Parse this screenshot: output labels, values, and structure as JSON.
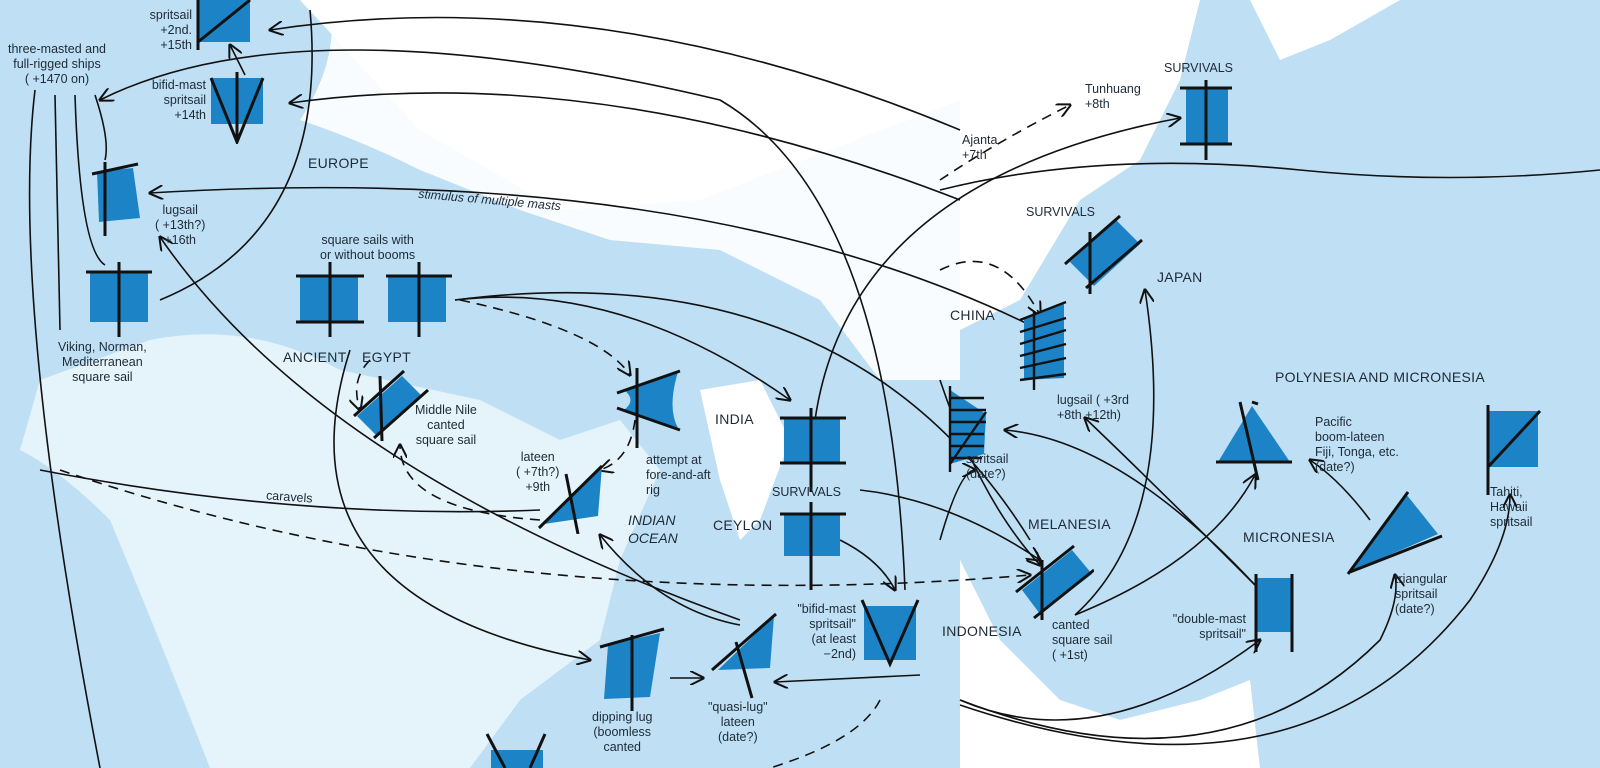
{
  "colors": {
    "sea": "#bfe0f4",
    "land": "#ffffff",
    "sail": "#1c84c6",
    "line": "#111111"
  },
  "regions": {
    "europe": "EUROPE",
    "ancient": "ANCIENT",
    "egypt": "EGYPT",
    "india": "INDIA",
    "indian_ocean_1": "INDIAN",
    "indian_ocean_2": "OCEAN",
    "ceylon": "CEYLON",
    "survivals_india": "SURVIVALS",
    "china": "CHINA",
    "japan": "JAPAN",
    "survivals_japan": "SURVIVALS",
    "survivals_ne": "SURVIVALS",
    "indonesia": "INDONESIA",
    "melanesia": "MELANESIA",
    "micronesia": "MICRONESIA",
    "polynesia": "POLYNESIA AND MICRONESIA"
  },
  "labels": {
    "three_masted": [
      "three-masted and",
      "full-rigged ships",
      "( +1470 on)"
    ],
    "spritsail_eu": [
      "spritsail",
      "+2nd.",
      "+15th"
    ],
    "bifid_eu": [
      "bifid-mast",
      "spritsail",
      "+14th"
    ],
    "lugsail_eu": [
      "lugsail",
      "( +13th?)",
      "+16th"
    ],
    "viking": [
      "Viking, Norman,",
      "Mediterranean",
      "square sail"
    ],
    "square_booms": [
      "square sails with",
      "or without booms"
    ],
    "middle_nile": [
      "Middle Nile",
      "canted",
      "square sail"
    ],
    "attempt": [
      "attempt at",
      "fore-and-aft",
      "rig"
    ],
    "lateen": [
      "lateen",
      "( +7th?)",
      "+9th"
    ],
    "caravels": "caravels",
    "stimulus": "stimulus of multiple masts",
    "bifid_indo": [
      "\"bifid-mast",
      "spritsail\"",
      "(at least",
      "−2nd)"
    ],
    "dipping_lug": [
      "dipping lug",
      "(boomless",
      "canted"
    ],
    "quasi_lug": [
      "\"quasi-lug\"",
      "lateen",
      "(date?)"
    ],
    "ajanta": [
      "Ajanta",
      "+7th"
    ],
    "tunhuang": [
      "Tunhuang",
      "+8th"
    ],
    "lugsail_china": [
      "lugsail ( +3rd",
      "+8th +12th)"
    ],
    "spritsail_date": [
      "spritsail",
      "(date?)"
    ],
    "canted_square": [
      "canted",
      "square sail",
      "( +1st)"
    ],
    "double_mast": [
      "\"double-mast",
      "spritsail\""
    ],
    "pacific": [
      "Pacific",
      "boom-lateen",
      "Fiji, Tonga, etc.",
      "(date?)"
    ],
    "triangular": [
      "triangular",
      "spritsail",
      "(date?)"
    ],
    "tahiti": [
      "Tahiti,",
      "Hawaii",
      "spritsail"
    ]
  }
}
